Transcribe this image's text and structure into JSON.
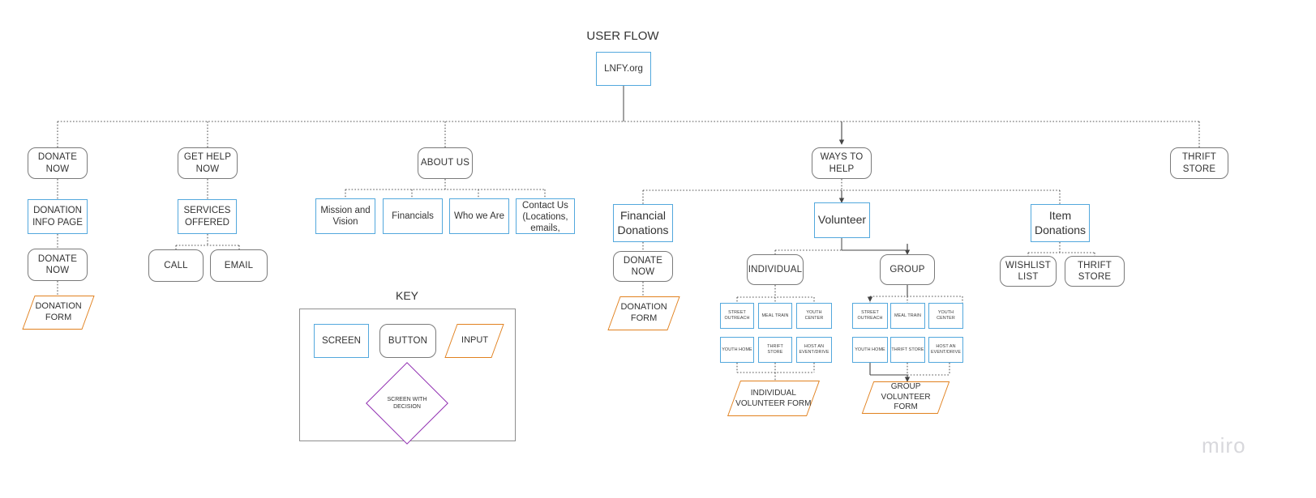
{
  "page": {
    "title": "USER FLOW",
    "watermark": "miro"
  },
  "colors": {
    "screen_blue": "#53a8dd",
    "button_grey": "#7a7a7a",
    "input_orange": "#e1811f",
    "decision_purple": "#8f2bb0",
    "connector_grey": "#555555"
  },
  "root": {
    "label": "LNFY.org",
    "type": "screen"
  },
  "top_level": [
    {
      "label": "DONATE NOW",
      "type": "button"
    },
    {
      "label": "GET HELP NOW",
      "type": "button"
    },
    {
      "label": "ABOUT US",
      "type": "button"
    },
    {
      "label": "WAYS TO HELP",
      "type": "button"
    },
    {
      "label": "THRIFT STORE",
      "type": "button"
    }
  ],
  "donate_branch": [
    {
      "label": "DONATION INFO PAGE",
      "type": "screen"
    },
    {
      "label": "DONATE NOW",
      "type": "button"
    },
    {
      "label": "DONATION FORM",
      "type": "input"
    }
  ],
  "get_help_branch": {
    "services": {
      "label": "SERVICES OFFERED",
      "type": "screen"
    },
    "children": [
      {
        "label": "CALL",
        "type": "button"
      },
      {
        "label": "EMAIL",
        "type": "button"
      }
    ]
  },
  "about_us_children": [
    {
      "label": "Mission and Vision",
      "type": "screen"
    },
    {
      "label": "Financials",
      "type": "screen"
    },
    {
      "label": "Who we Are",
      "type": "screen"
    },
    {
      "label": "Contact Us (Locations, emails, phone numbers)",
      "type": "screen"
    }
  ],
  "ways_to_help": {
    "financial": {
      "label": "Financial Donations",
      "type": "screen",
      "children": [
        {
          "label": "DONATE NOW",
          "type": "button"
        },
        {
          "label": "DONATION FORM",
          "type": "input"
        }
      ]
    },
    "volunteer": {
      "label": "Volunteer",
      "type": "screen",
      "individual": {
        "label": "INDIVIDUAL",
        "type": "button",
        "options": [
          "STREET OUTREACH",
          "MEAL TRAIN",
          "YOUTH CENTER",
          "YOUTH HOME",
          "THRIFT STORE",
          "HOST AN EVENT/DRIVE"
        ],
        "form": {
          "label": "INDIVIDUAL VOLUNTEER FORM",
          "type": "input"
        }
      },
      "group": {
        "label": "GROUP",
        "type": "button",
        "options": [
          "STREET OUTREACH",
          "MEAL TRAIN",
          "YOUTH CENTER",
          "YOUTH HOME",
          "THRIFT STORE",
          "HOST AN EVENT/DRIVE"
        ],
        "form": {
          "label": "GROUP VOLUNTEER FORM",
          "type": "input"
        }
      }
    },
    "item_donations": {
      "label": "Item Donations",
      "type": "screen",
      "children": [
        {
          "label": "WISHLIST LIST",
          "type": "button"
        },
        {
          "label": "THRIFT STORE",
          "type": "button"
        }
      ]
    }
  },
  "key": {
    "title": "KEY",
    "items": [
      {
        "label": "SCREEN",
        "type": "screen"
      },
      {
        "label": "BUTTON",
        "type": "button"
      },
      {
        "label": "INPUT",
        "type": "input"
      },
      {
        "label": "SCREEN WITH DECISION",
        "type": "decision"
      }
    ]
  }
}
